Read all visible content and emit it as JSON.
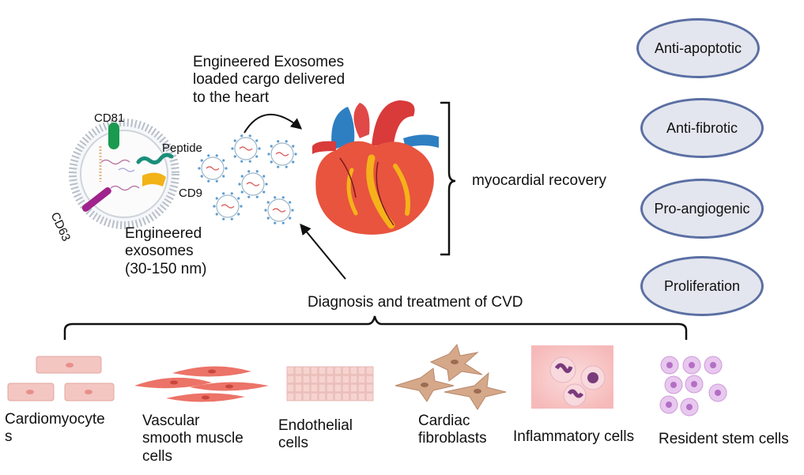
{
  "exosome": {
    "cd81": "CD81",
    "peptide": "Peptide",
    "cd9": "CD9",
    "cd63": "CD63",
    "title": "Engineered\nexosomes\n(30-150 nm)"
  },
  "delivery_label": "Engineered Exosomes\nloaded cargo delivered\nto the heart",
  "outcome_label": "myocardial recovery",
  "effects": [
    "Anti-apoptotic",
    "Anti-fibrotic",
    "Pro-angiogenic",
    "Proliferation"
  ],
  "diagnosis_label": "Diagnosis and treatment of CVD",
  "cell_types": [
    "Cardiomyocyte\ns",
    "Vascular\nsmooth muscle\ncells",
    "Endothelial\ncells",
    "Cardiac\nfibroblasts",
    "Inflammatory cells",
    "Resident stem cells"
  ],
  "colors": {
    "oval_border": "#5b6fa3",
    "oval_fill": "#e3e6ee",
    "cd81": "#1a9a4f",
    "cd63": "#a0228c",
    "cd9": "#f2b318",
    "peptide": "#1a8f7a"
  }
}
